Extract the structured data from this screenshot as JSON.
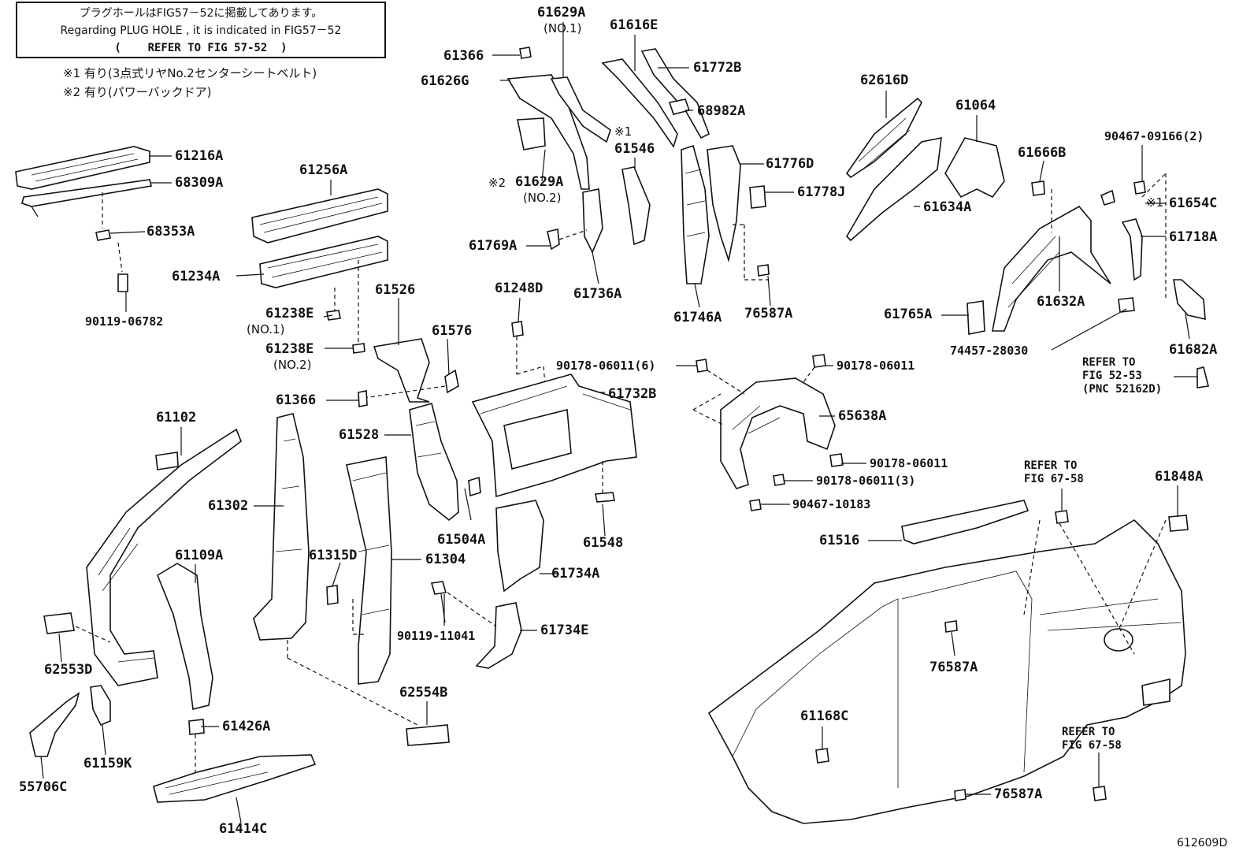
{
  "note_box": {
    "line_jp": "プラグホールはFIG57－52に掲載してあります。",
    "line_en": "Regarding PLUG HOLE , it is indicated in FIG57－52",
    "line_ref": "(    REFER TO FIG 57-52  )"
  },
  "footnotes": [
    "※1 有り(3点式リヤNo.2センターシートベルト)",
    "※2 有り(パワーバックドア)"
  ],
  "part_labels": {
    "p61216A": "61216A",
    "p68309A": "68309A",
    "p68353A": "68353A",
    "p90119_06782": "90119-06782",
    "p61256A": "61256A",
    "p61234A": "61234A",
    "p61238E_1": "61238E",
    "p61238E_2": "61238E",
    "p61366_a": "61366",
    "p61626G": "61626G",
    "p61629A_1": "61629A",
    "p61629A_2": "61629A",
    "p61616E": "61616E",
    "p61772B": "61772B",
    "p68982A": "68982A",
    "p61546": "61546",
    "p61776D": "61776D",
    "p61778J": "61778J",
    "p61769A": "61769A",
    "p61736A": "61736A",
    "p61746A": "61746A",
    "p76587A_1": "76587A",
    "p62616D": "62616D",
    "p61064": "61064",
    "p61634A": "61634A",
    "p61666B": "61666B",
    "p90467_09166": "90467-09166(2)",
    "p61654C": "61654C",
    "p61718A": "61718A",
    "p61765A": "61765A",
    "p61632A": "61632A",
    "p74457_28030": "74457-28030",
    "p61682A": "61682A",
    "p61526": "61526",
    "p61576": "61576",
    "p61366_b": "61366",
    "p61248D": "61248D",
    "p90178_06011_6": "90178-06011(6)",
    "p90178_06011_a": "90178-06011",
    "p61732B": "61732B",
    "p65638A": "65638A",
    "p90178_06011_b": "90178-06011",
    "p90178_06011_3": "90178-06011(3)",
    "p90467_10183": "90467-10183",
    "p61102": "61102",
    "p61528": "61528",
    "p61302": "61302",
    "p61504A": "61504A",
    "p61548": "61548",
    "p61109A": "61109A",
    "p61315D": "61315D",
    "p61304": "61304",
    "p61734A": "61734A",
    "p90119_11041": "90119-11041",
    "p61734E": "61734E",
    "p62553D": "62553D",
    "p62554B": "62554B",
    "p61516": "61516",
    "p61848A": "61848A",
    "p76587A_2": "76587A",
    "p61168C": "61168C",
    "p61426A": "61426A",
    "p61159K": "61159K",
    "p55706C": "55706C",
    "p61414C": "61414C",
    "p76587A_3": "76587A"
  },
  "sub_labels": {
    "no1_a": "(NO.1)",
    "no2_a": "(NO.2)",
    "no1_b": "(NO.1)",
    "no2_b": "(NO.2)",
    "mark1_a": "※1",
    "mark2_a": "※2",
    "mark1_b": "※1"
  },
  "references": {
    "ref_52_53": "REFER TO\nFIG 52-53\n(PNC 52162D)",
    "ref_67_58_a": "REFER TO\nFIG 67-58",
    "ref_67_58_b": "REFER TO\nFIG 67-58"
  },
  "figure_id": "612609D"
}
